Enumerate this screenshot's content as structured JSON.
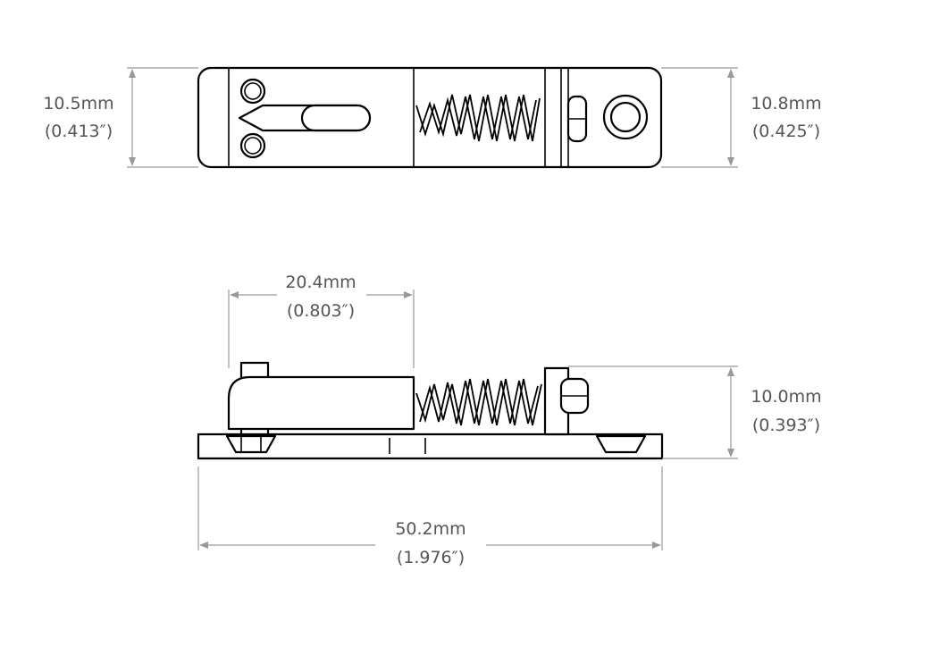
{
  "dimensions": {
    "top_left": {
      "mm": "10.5mm",
      "inch": "(0.413″)"
    },
    "top_right": {
      "mm": "10.8mm",
      "inch": "(0.425″)"
    },
    "side_length": {
      "mm": "20.4mm",
      "inch": "(0.803″)"
    },
    "side_height": {
      "mm": "10.0mm",
      "inch": "(0.393″)"
    },
    "total_length": {
      "mm": "50.2mm",
      "inch": "(1.976″)"
    }
  },
  "colors": {
    "outline": "#000000",
    "dimension_lines": "#999999",
    "dimension_text": "#555555"
  }
}
